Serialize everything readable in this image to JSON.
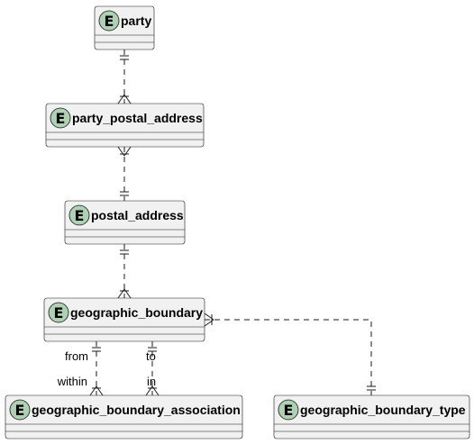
{
  "entities": {
    "party": {
      "name": "party",
      "stereotype": "E"
    },
    "party_postal_address": {
      "name": "party_postal_address",
      "stereotype": "E"
    },
    "postal_address": {
      "name": "postal_address",
      "stereotype": "E"
    },
    "geographic_boundary": {
      "name": "geographic_boundary",
      "stereotype": "E"
    },
    "geographic_boundary_association": {
      "name": "geographic_boundary_association",
      "stereotype": "E"
    },
    "geographic_boundary_type": {
      "name": "geographic_boundary_type",
      "stereotype": "E"
    }
  },
  "relationships": [
    {
      "from": "party",
      "to": "party_postal_address",
      "from_cardinality": "exactly-one",
      "to_cardinality": "one-or-many"
    },
    {
      "from": "party_postal_address",
      "to": "postal_address",
      "from_cardinality": "one-or-many",
      "to_cardinality": "exactly-one"
    },
    {
      "from": "postal_address",
      "to": "geographic_boundary",
      "from_cardinality": "exactly-one",
      "to_cardinality": "one-or-many"
    },
    {
      "from": "geographic_boundary",
      "to": "geographic_boundary_association",
      "from_cardinality": "exactly-one",
      "to_cardinality": "one-or-many",
      "from_role": "from",
      "to_role": "within"
    },
    {
      "from": "geographic_boundary",
      "to": "geographic_boundary_association",
      "from_cardinality": "exactly-one",
      "to_cardinality": "one-or-many",
      "from_role": "to",
      "to_role": "in"
    },
    {
      "from": "geographic_boundary",
      "to": "geographic_boundary_type",
      "from_cardinality": "one-or-many",
      "to_cardinality": "exactly-one"
    }
  ],
  "colors": {
    "entity_fill": "#f1f1f1",
    "badge_fill": "#add1b2",
    "line": "#181818"
  }
}
